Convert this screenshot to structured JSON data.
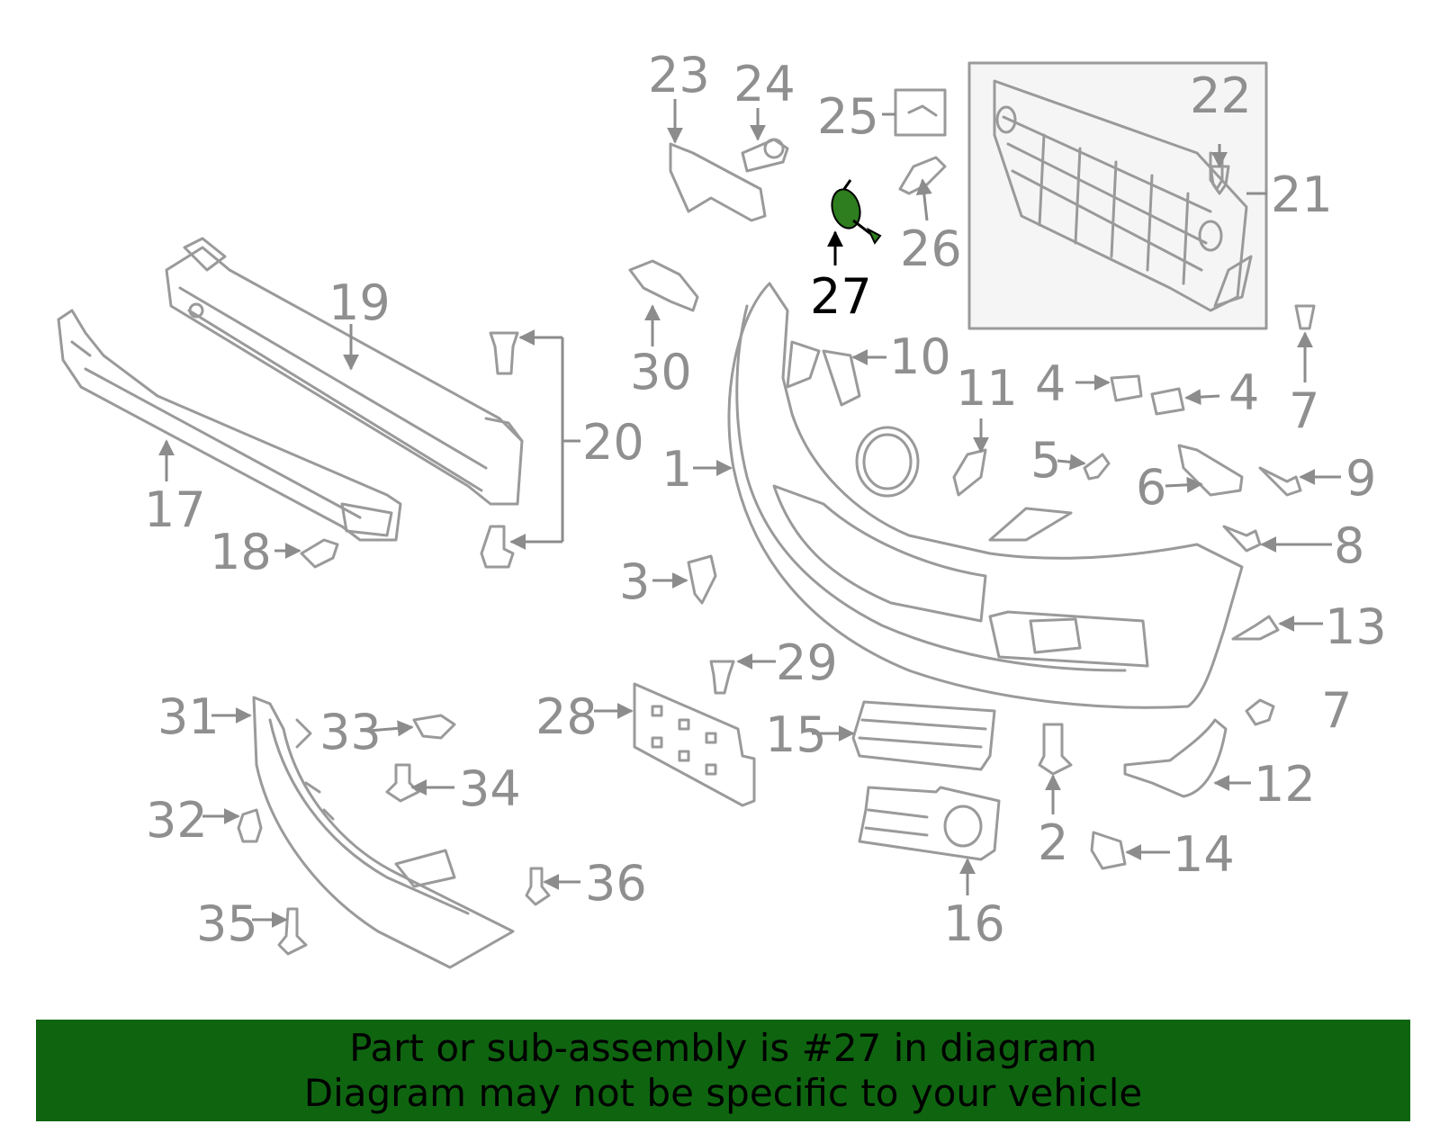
{
  "highlight": {
    "callout": "27",
    "color": "#2e7d1f"
  },
  "banner": {
    "line1": "Part or sub-assembly is #27 in diagram",
    "line2": "Diagram may not be specific to your vehicle",
    "background": "#0f6410"
  },
  "callouts": {
    "c1": "1",
    "c2": "2",
    "c3": "3",
    "c4a": "4",
    "c4b": "4",
    "c5": "5",
    "c6": "6",
    "c7a": "7",
    "c7b": "7",
    "c8": "8",
    "c9": "9",
    "c10": "10",
    "c11": "11",
    "c12": "12",
    "c13": "13",
    "c14": "14",
    "c15": "15",
    "c16": "16",
    "c17": "17",
    "c18": "18",
    "c19": "19",
    "c20": "20",
    "c21": "21",
    "c22": "22",
    "c23": "23",
    "c24": "24",
    "c25": "25",
    "c26": "26",
    "c27": "27",
    "c28": "28",
    "c29": "29",
    "c30": "30",
    "c31": "31",
    "c32": "32",
    "c33": "33",
    "c34": "34",
    "c35": "35",
    "c36": "36"
  }
}
